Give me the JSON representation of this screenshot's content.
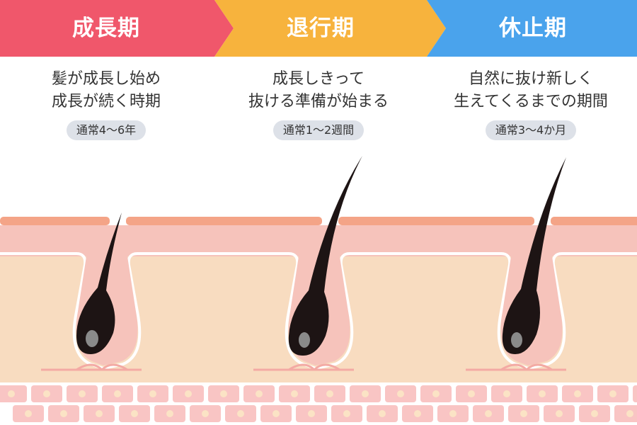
{
  "phases": [
    {
      "title": "成長期",
      "color": "#f0576b",
      "lines": [
        "髪が成長し始め",
        "成長が続く時期"
      ],
      "duration": "通常4〜6年"
    },
    {
      "title": "退行期",
      "color": "#f7b33d",
      "lines": [
        "成長しきって",
        "抜ける準備が始まる"
      ],
      "duration": "通常1〜2週間"
    },
    {
      "title": "休止期",
      "color": "#4aa3ec",
      "lines": [
        "自然に抜け新しく",
        "生えてくるまでの期間"
      ],
      "duration": "通常3〜4か月"
    }
  ],
  "colors": {
    "epidermis_top": "#f4a487",
    "epidermis": "#f6c3bb",
    "dermis": "#f8dcc0",
    "cells": "#f9c5c4",
    "cell_nucleus": "#fbe3c5",
    "hair": "#1d1414",
    "papilla": "#8a8a8a"
  }
}
